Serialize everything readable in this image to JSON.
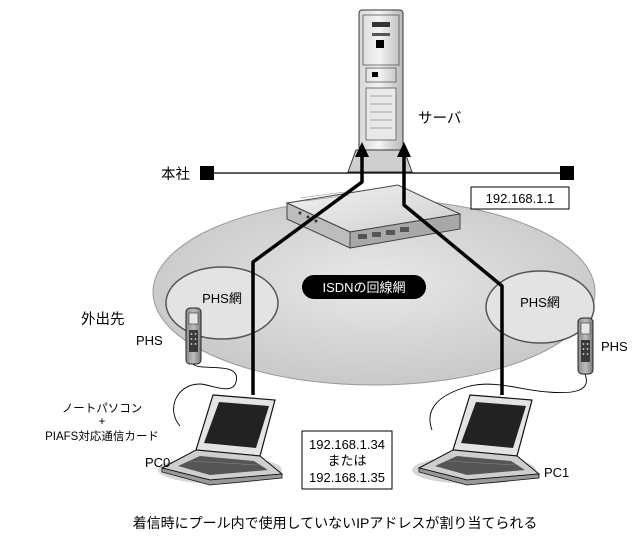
{
  "labels": {
    "server": "サーバ",
    "hq": "本社",
    "router_ip": "192.168.1.1",
    "isdn": "ISDNの回線網",
    "phs_net_left": "PHS網",
    "phs_net_right": "PHS網",
    "remote": "外出先",
    "phs_left": "PHS",
    "phs_right": "PHS",
    "notebook": "ノートパソコン",
    "plus": "+",
    "piafs_card": "PIAFS対応通信カード",
    "pc0": "PC0",
    "pc1": "PC1",
    "ip_line1": "192.168.1.34",
    "ip_line2": "または",
    "ip_line3": "192.168.1.35",
    "caption": "着信時にプール内で使用していないIPアドレスが割り当てられる"
  },
  "colors": {
    "cloud_fill": "#cfcfcf",
    "phs_net_fill": "#e2e2e2",
    "isdn_badge": "#000000",
    "line": "#000000"
  },
  "icons": [
    "server-icon",
    "router-icon",
    "phs-phone-icon",
    "laptop-icon"
  ]
}
